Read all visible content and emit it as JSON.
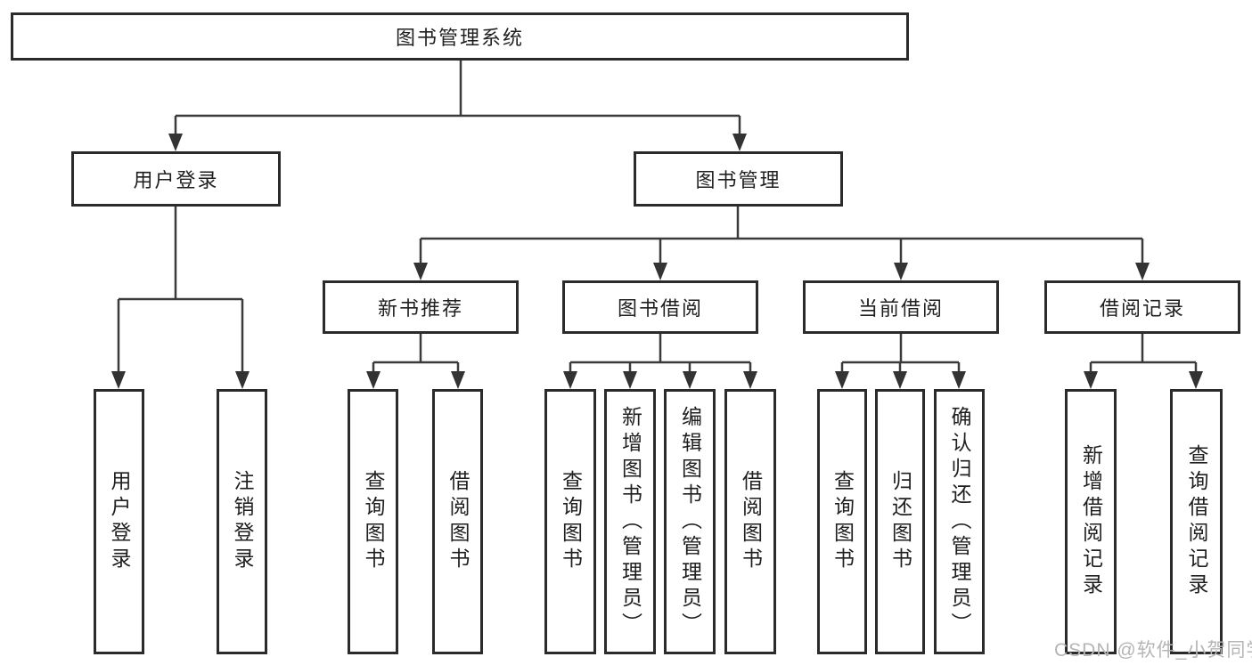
{
  "tree": {
    "label": "图书管理系统",
    "children": [
      {
        "label": "用户登录",
        "children": [
          {
            "label": "用户登录"
          },
          {
            "label": "注销登录"
          }
        ]
      },
      {
        "label": "图书管理",
        "children": [
          {
            "label": "新书推荐",
            "children": [
              {
                "label": "查询图书"
              },
              {
                "label": "借阅图书"
              }
            ]
          },
          {
            "label": "图书借阅",
            "children": [
              {
                "label": "查询图书"
              },
              {
                "label": "新增图书（管理员）"
              },
              {
                "label": "编辑图书（管理员）"
              },
              {
                "label": "借阅图书"
              }
            ]
          },
          {
            "label": "当前借阅",
            "children": [
              {
                "label": "查询图书"
              },
              {
                "label": "归还图书"
              },
              {
                "label": "确认归还（管理员）"
              }
            ]
          },
          {
            "label": "借阅记录",
            "children": [
              {
                "label": "新增借阅记录"
              },
              {
                "label": "查询借阅记录"
              }
            ]
          }
        ]
      }
    ]
  },
  "watermark": {
    "text": "CSDN @软件_小贺同学"
  },
  "colors": {
    "box_border": "#2b2b2b",
    "connector_line": "#3a3a3a",
    "text": "#1f1f1f",
    "watermark": "#b5b5b5",
    "background": "#ffffff"
  }
}
